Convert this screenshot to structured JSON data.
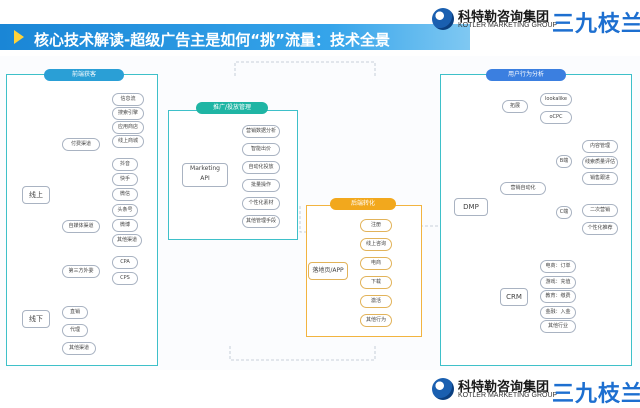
{
  "header": {
    "title": "核心技术解读-超级广告主是如何“挑”流量：技术全景",
    "company_cn": "科特勒咨询集团",
    "company_en": "KOTLER MARKETING GROUP",
    "brand": "三九枝兰"
  },
  "panels": {
    "front": {
      "title": "前端获客",
      "online": "线上",
      "offline": "线下",
      "paid": "付费渠道",
      "paid_items": [
        "信息流",
        "搜索引擎",
        "应用商店",
        "线上商城"
      ],
      "self": "自媒体渠道",
      "self_items": [
        "抖音",
        "快手",
        "微信",
        "头条号",
        "微博",
        "其他渠道"
      ],
      "third": "第三方外委",
      "third_items": [
        "CPA",
        "CPS"
      ],
      "offline_items": [
        "直销",
        "代理",
        "其他渠道"
      ]
    },
    "promo": {
      "title": "推广/投放管理",
      "api_label": "Marketing\nAPI",
      "items": [
        "营销数据分析",
        "智能出价",
        "自动化投放",
        "批量操作",
        "个性化素材",
        "其他管理手段"
      ]
    },
    "conv": {
      "title": "后端转化",
      "landing": "落地页/APP",
      "items": [
        "注册",
        "线上咨询",
        "电商",
        "下载",
        "激活",
        "其他行为"
      ]
    },
    "user": {
      "title": "用户行为分析",
      "dmp": "DMP",
      "crm": "CRM",
      "expand": "拓展",
      "expand_items": [
        "lookalike",
        "oCPC"
      ],
      "auto": "营销自动化",
      "b_end": "B端",
      "b_items": [
        "内容管理",
        "线索质量评估",
        "销售跟进"
      ],
      "c_end": "C端",
      "c_items": [
        "二次营销",
        "个性化推荐"
      ],
      "crm_items": [
        "电商：订单",
        "游戏：充值",
        "教育：缴费",
        "金融：入金",
        "其他行业"
      ]
    }
  },
  "colors": {
    "frame": "#3ec0c9",
    "hdr_front": "#2a9fd6",
    "hdr_promo": "#1fb5a4",
    "hdr_conv": "#f2a81d",
    "hdr_user": "#3b7fe0"
  }
}
